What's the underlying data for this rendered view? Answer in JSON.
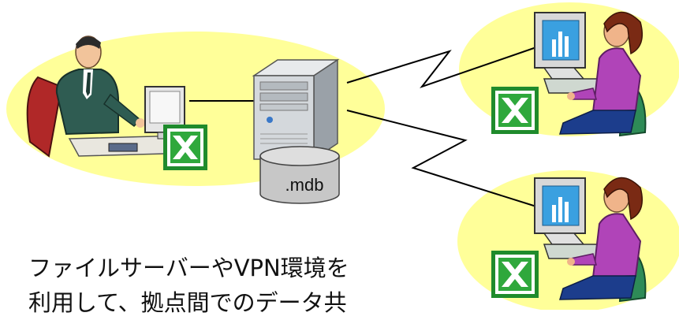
{
  "database": {
    "label": ".mdb"
  },
  "caption": {
    "line1": "ファイルサーバーやVPN環境を",
    "line2": "利用して、拠点間でのデータ共"
  },
  "icons": {
    "spreadsheet": "excel-icon",
    "server": "tower-server-icon",
    "database": "database-cylinder-icon"
  },
  "colors": {
    "highlight_ellipse": "#ffff99",
    "excel_green": "#1f8b2c",
    "server_gray": "#c8ccd0",
    "screen_blue": "#3aa0e0",
    "person_purple": "#b044b8",
    "chair_green": "#2e8b57"
  }
}
